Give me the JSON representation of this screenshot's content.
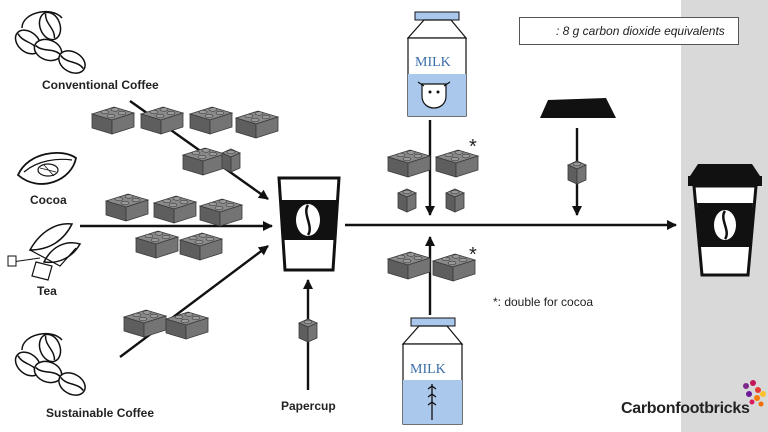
{
  "colors": {
    "brick": "#6e6e6e",
    "panel": "#d9d9d9",
    "milk_blue": "#a9c8ec",
    "ink": "#111111"
  },
  "sources": {
    "conventional_coffee": "Conventional Coffee",
    "cocoa": "Cocoa",
    "tea": "Tea",
    "sustainable_coffee": "Sustainable Coffee",
    "papercup": "Papercup"
  },
  "legend": {
    "text": ": 8 g carbon dioxide equivalents",
    "icon": "brick-icon"
  },
  "note": "*: double for cocoa",
  "stars": {
    "cow_milk": "*",
    "oat_milk": "*"
  },
  "cartons": {
    "cow_milk_text": "MILK",
    "oat_milk_text": "MILK"
  },
  "brand": "Carbonfootbricks",
  "icons": [
    "coffee-beans-icon",
    "cocoa-pod-icon",
    "tea-leaves-icon",
    "sustainable-coffee-beans-icon",
    "glass-cup-icon",
    "cow-milk-carton-icon",
    "oat-milk-carton-icon",
    "lid-icon",
    "takeaway-cup-icon",
    "brick-icon",
    "brand-logo-icon"
  ]
}
